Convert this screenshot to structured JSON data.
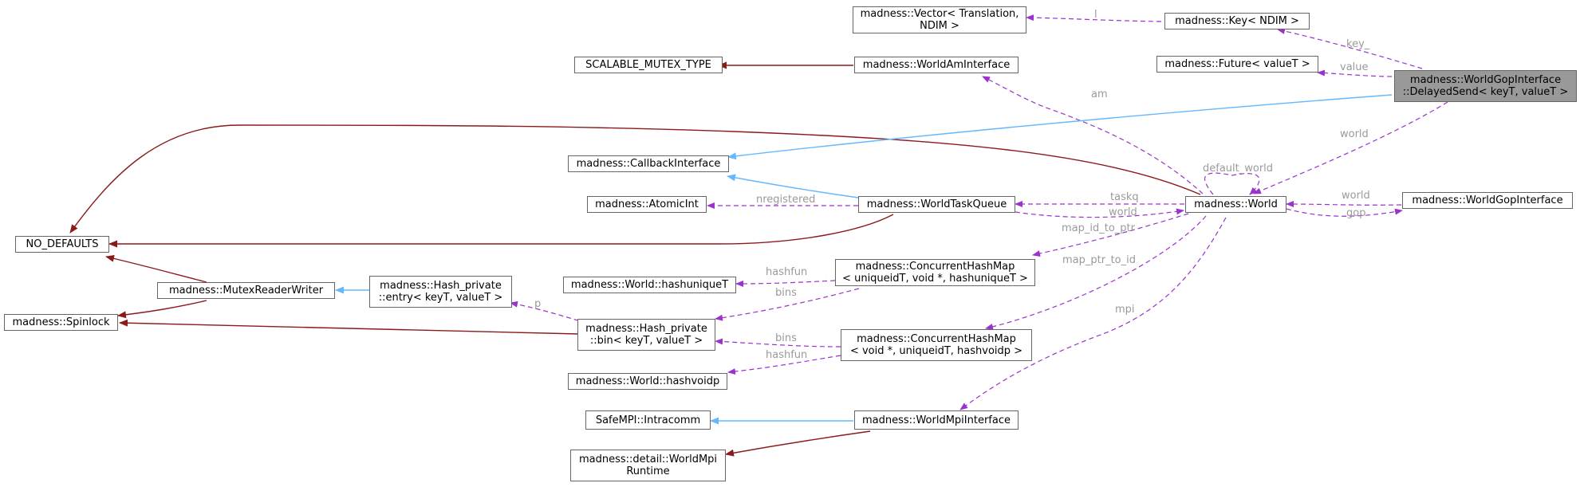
{
  "colors": {
    "inheritance_public": "#63b8ff",
    "inheritance_private": "#8b1a1a",
    "usage": "#9a32cd",
    "edge_label": "#9a9a9a",
    "focus_fill": "#999999",
    "node_border": "#666666"
  },
  "nodes": {
    "vector_translation": [
      "madness::Vector< Translation,",
      "NDIM >"
    ],
    "key_ndim": [
      "madness::Key< NDIM >"
    ],
    "scalable_mutex": [
      "SCALABLE_MUTEX_TYPE"
    ],
    "world_am_interface": [
      "madness::WorldAmInterface"
    ],
    "future_valuet": [
      "madness::Future< valueT >"
    ],
    "delayed_send": [
      "madness::WorldGopInterface",
      "::DelayedSend< keyT, valueT >"
    ],
    "callback_interface": [
      "madness::CallbackInterface"
    ],
    "atomic_int": [
      "madness::AtomicInt"
    ],
    "world_task_queue": [
      "madness::WorldTaskQueue"
    ],
    "world": [
      "madness::World"
    ],
    "world_gop_interface": [
      "madness::WorldGopInterface"
    ],
    "no_defaults": [
      "NO_DEFAULTS"
    ],
    "hashunique": [
      "madness::World::hashuniqueT"
    ],
    "chm_unique": [
      "madness::ConcurrentHashMap",
      "< uniqueidT, void *, hashuniqueT >"
    ],
    "mutex_rw": [
      "madness::MutexReaderWriter"
    ],
    "hash_entry": [
      "madness::Hash_private",
      "::entry< keyT, valueT >"
    ],
    "spinlock": [
      "madness::Spinlock"
    ],
    "hash_bin": [
      "madness::Hash_private",
      "::bin< keyT, valueT >"
    ],
    "chm_void": [
      "madness::ConcurrentHashMap",
      "< void *, uniqueidT, hashvoidp >"
    ],
    "hashvoidp": [
      "madness::World::hashvoidp"
    ],
    "intracomm": [
      "SafeMPI::Intracomm"
    ],
    "world_mpi_interface": [
      "madness::WorldMpiInterface"
    ],
    "world_mpi_runtime": [
      "madness::detail::WorldMpi",
      "Runtime"
    ]
  },
  "edge_labels": {
    "l": "l",
    "key": "key_",
    "value": "value",
    "am": "am",
    "world_delayed": "world",
    "default_world": "default_world",
    "world_gop": "world",
    "gop": "gop",
    "nregistered": "nregistered",
    "taskq": "taskq",
    "world_taskq": "world",
    "map_id_to_ptr": "map_id_to_ptr",
    "map_ptr_to_id": "map_ptr_to_id",
    "hashfun_unique": "hashfun",
    "bins_unique": "bins",
    "p": "p",
    "bins_void": "bins",
    "hashfun_void": "hashfun",
    "mpi": "mpi"
  }
}
